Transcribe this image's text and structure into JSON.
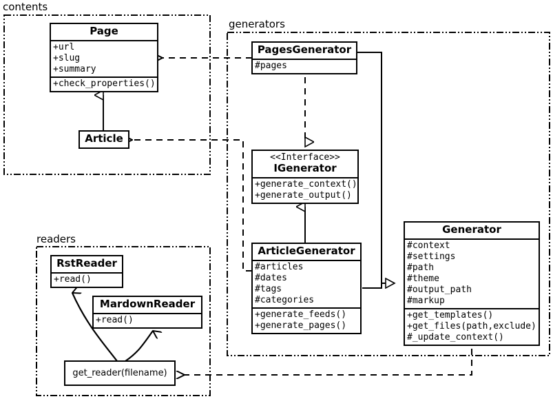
{
  "diagram": {
    "title": "UML class diagram",
    "stroke_color": "#000000",
    "background_color": "#ffffff"
  },
  "packages": [
    {
      "id": "contents",
      "label": "contents"
    },
    {
      "id": "generators",
      "label": "generators"
    },
    {
      "id": "readers",
      "label": "readers"
    }
  ],
  "classes": {
    "page": {
      "name": "Page",
      "attributes": [
        "+url",
        "+slug",
        "+summary"
      ],
      "methods": [
        "+check_properties()"
      ]
    },
    "article": {
      "name": "Article",
      "attributes": [],
      "methods": []
    },
    "pages_generator": {
      "name": "PagesGenerator",
      "attributes": [
        "#pages"
      ],
      "methods": []
    },
    "igenerator": {
      "stereotype": "<<Interface>>",
      "name": "IGenerator",
      "attributes": [],
      "methods": [
        "+generate_context()",
        "+generate_output()"
      ]
    },
    "article_generator": {
      "name": "ArticleGenerator",
      "attributes": [
        "#articles",
        "#dates",
        "#tags",
        "#categories"
      ],
      "methods": [
        "+generate_feeds()",
        "+generate_pages()"
      ]
    },
    "generator": {
      "name": "Generator",
      "attributes": [
        "#context",
        "#settings",
        "#path",
        "#theme",
        "#output_path",
        "#markup"
      ],
      "methods": [
        "+get_templates()",
        "+get_files(path,exclude)",
        "#_update_context()"
      ]
    },
    "rst_reader": {
      "name": "RstReader",
      "attributes": [],
      "methods": [
        "+read()"
      ]
    },
    "mardown_reader": {
      "name": "MardownReader",
      "attributes": [],
      "methods": [
        "+read()"
      ]
    }
  },
  "functions": {
    "get_reader": {
      "label": "get_reader(filename)"
    }
  },
  "relationships": [
    {
      "id": "article-inherits-page",
      "type": "generalization",
      "from": "Article",
      "to": "Page"
    },
    {
      "id": "pagesgenerator-realizes-igenerator",
      "type": "realization",
      "from": "PagesGenerator",
      "to": "IGenerator"
    },
    {
      "id": "articlegenerator-realizes-igenerator",
      "type": "realization",
      "from": "ArticleGenerator",
      "to": "IGenerator"
    },
    {
      "id": "pagesgenerator-inherits-generator",
      "type": "generalization",
      "from": "PagesGenerator",
      "to": "Generator"
    },
    {
      "id": "articlegenerator-inherits-generator",
      "type": "generalization",
      "from": "ArticleGenerator",
      "to": "Generator"
    },
    {
      "id": "pagesgenerator-depends-page",
      "type": "dependency",
      "from": "PagesGenerator",
      "to": "Page"
    },
    {
      "id": "articlegenerator-depends-article",
      "type": "dependency",
      "from": "ArticleGenerator",
      "to": "Article"
    },
    {
      "id": "generator-depends-get-reader",
      "type": "dependency",
      "from": "Generator",
      "to": "get_reader(filename)"
    },
    {
      "id": "get-reader-creates-rstreader",
      "type": "creates",
      "from": "get_reader(filename)",
      "to": "RstReader"
    },
    {
      "id": "get-reader-creates-mardownreader",
      "type": "creates",
      "from": "get_reader(filename)",
      "to": "MardownReader"
    }
  ]
}
